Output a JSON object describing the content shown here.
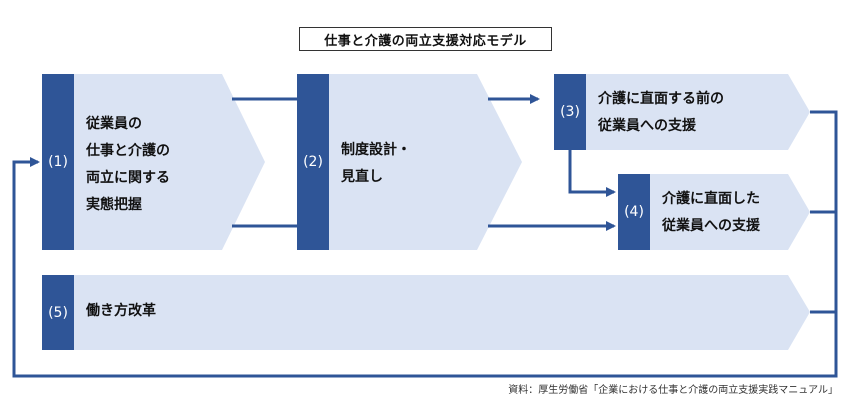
{
  "title": "仕事と介護の両立支援対応モデル",
  "steps": [
    {
      "num": "(1)",
      "lines": [
        "従業員の",
        "仕事と介護の",
        "両立に関する",
        "実態把握"
      ]
    },
    {
      "num": "(2)",
      "lines": [
        "制度設計・",
        "見直し"
      ]
    },
    {
      "num": "(3)",
      "lines": [
        "介護に直面する前の",
        "従業員への支援"
      ]
    },
    {
      "num": "(4)",
      "lines": [
        "介護に直面した",
        "従業員への支援"
      ]
    },
    {
      "num": "(5)",
      "lines": [
        "働き方改革"
      ]
    }
  ],
  "source": "資料：厚生労働省「企業における仕事と介護の両立支援実践マニュアル」",
  "colors": {
    "dark": "#2f5597",
    "light": "#dae3f3",
    "arrow": "#2f5597"
  }
}
